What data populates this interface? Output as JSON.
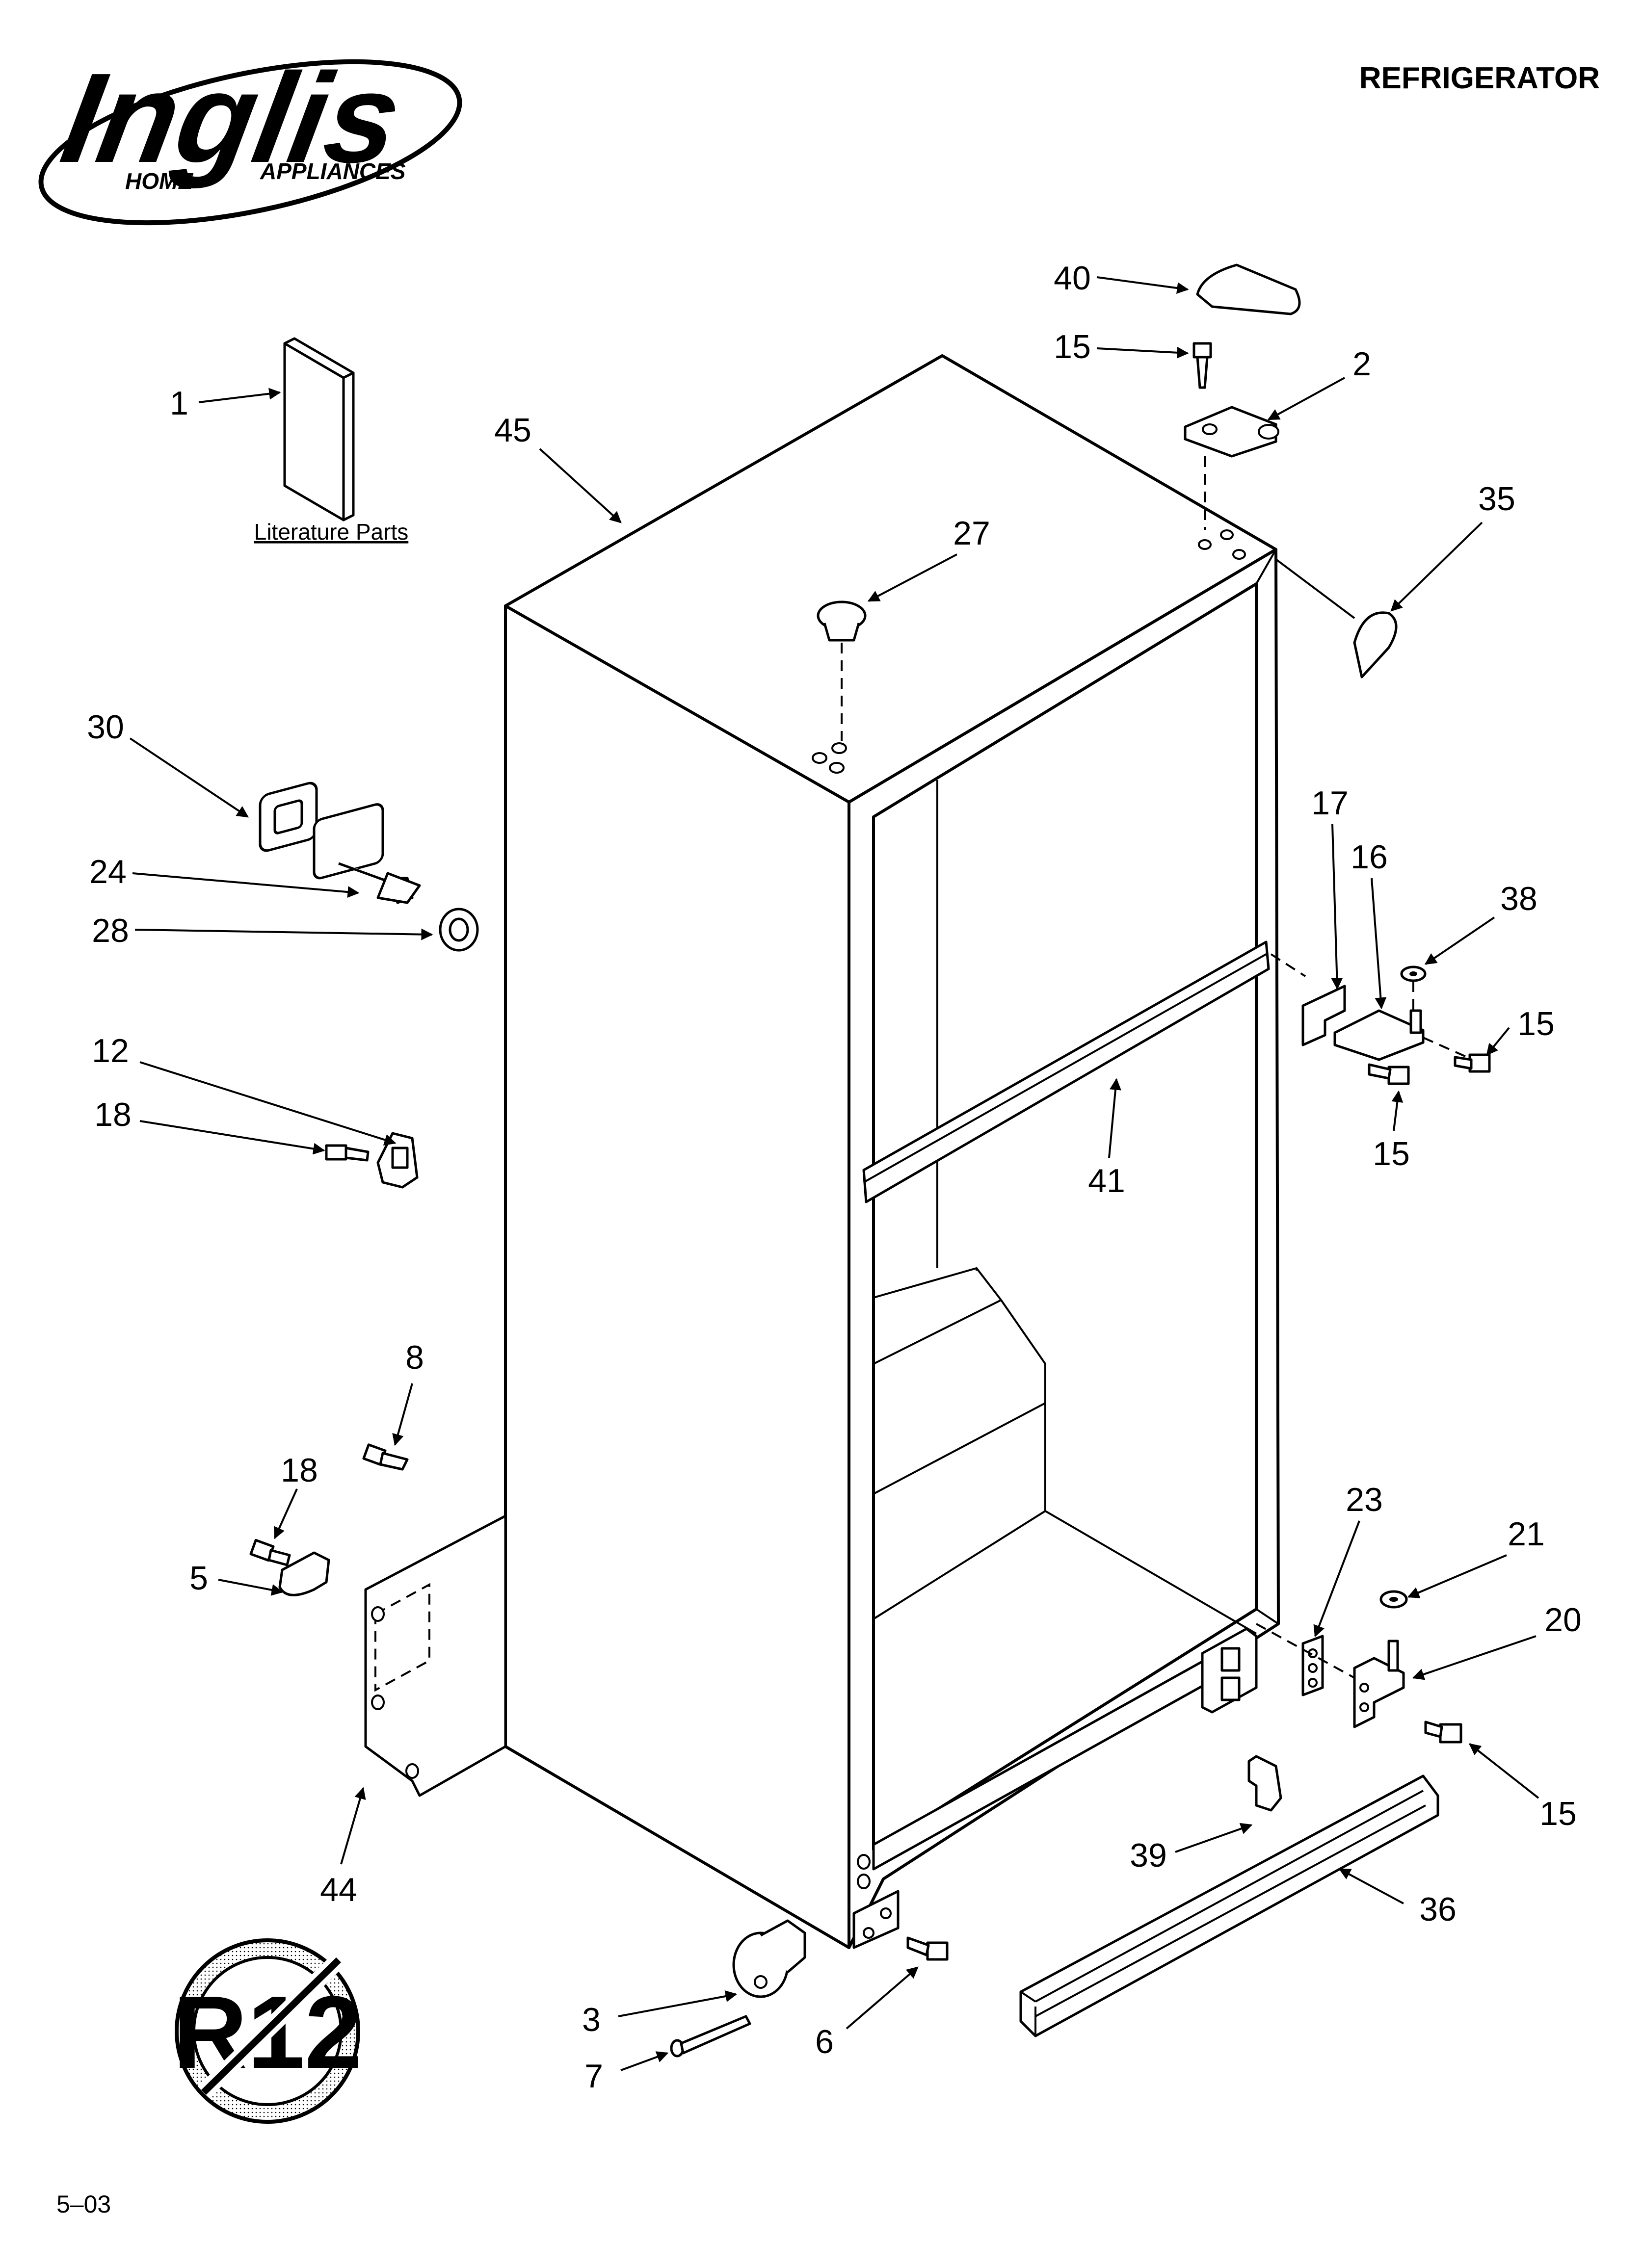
{
  "header": {
    "brand": "Inglis",
    "brand_sub_left": "HOME",
    "brand_sub_right": "APPLIANCES",
    "title": "REFRIGERATOR"
  },
  "literature_label": "Literature Parts",
  "no_refrigerant_badge": "R12",
  "page_code": "5–03",
  "callouts": [
    {
      "id": "c1",
      "label": "1"
    },
    {
      "id": "c45",
      "label": "45"
    },
    {
      "id": "c40",
      "label": "40"
    },
    {
      "id": "c15a",
      "label": "15"
    },
    {
      "id": "c2",
      "label": "2"
    },
    {
      "id": "c35",
      "label": "35"
    },
    {
      "id": "c27",
      "label": "27"
    },
    {
      "id": "c30",
      "label": "30"
    },
    {
      "id": "c24",
      "label": "24"
    },
    {
      "id": "c28",
      "label": "28"
    },
    {
      "id": "c17",
      "label": "17"
    },
    {
      "id": "c16",
      "label": "16"
    },
    {
      "id": "c38",
      "label": "38"
    },
    {
      "id": "c15b",
      "label": "15"
    },
    {
      "id": "c15c",
      "label": "15"
    },
    {
      "id": "c12",
      "label": "12"
    },
    {
      "id": "c18a",
      "label": "18"
    },
    {
      "id": "c41",
      "label": "41"
    },
    {
      "id": "c8",
      "label": "8"
    },
    {
      "id": "c18b",
      "label": "18"
    },
    {
      "id": "c5",
      "label": "5"
    },
    {
      "id": "c23",
      "label": "23"
    },
    {
      "id": "c21",
      "label": "21"
    },
    {
      "id": "c20",
      "label": "20"
    },
    {
      "id": "c15d",
      "label": "15"
    },
    {
      "id": "c44",
      "label": "44"
    },
    {
      "id": "c39",
      "label": "39"
    },
    {
      "id": "c36",
      "label": "36"
    },
    {
      "id": "c3",
      "label": "3"
    },
    {
      "id": "c7",
      "label": "7"
    },
    {
      "id": "c6",
      "label": "6"
    }
  ]
}
